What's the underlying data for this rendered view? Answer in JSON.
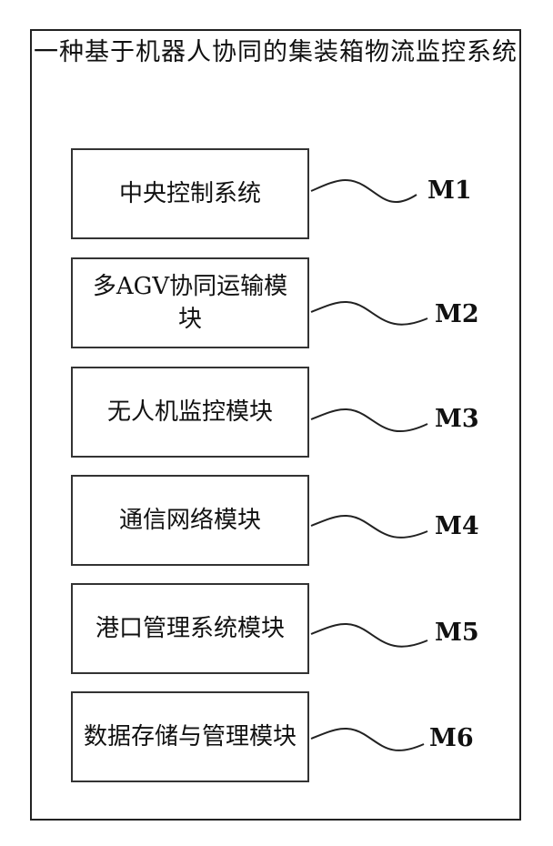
{
  "diagram": {
    "title": "一种基于机器人协同的集装箱物流监控系统",
    "modules": [
      {
        "text": "中央控制系统",
        "label": "M1"
      },
      {
        "text": "多AGV协同运输模块",
        "label": "M2"
      },
      {
        "text": "无人机监控模块",
        "label": "M3"
      },
      {
        "text": "通信网络模块",
        "label": "M4"
      },
      {
        "text": "港口管理系统模块",
        "label": "M5"
      },
      {
        "text": "数据存储与管理模块",
        "label": "M6"
      }
    ]
  }
}
